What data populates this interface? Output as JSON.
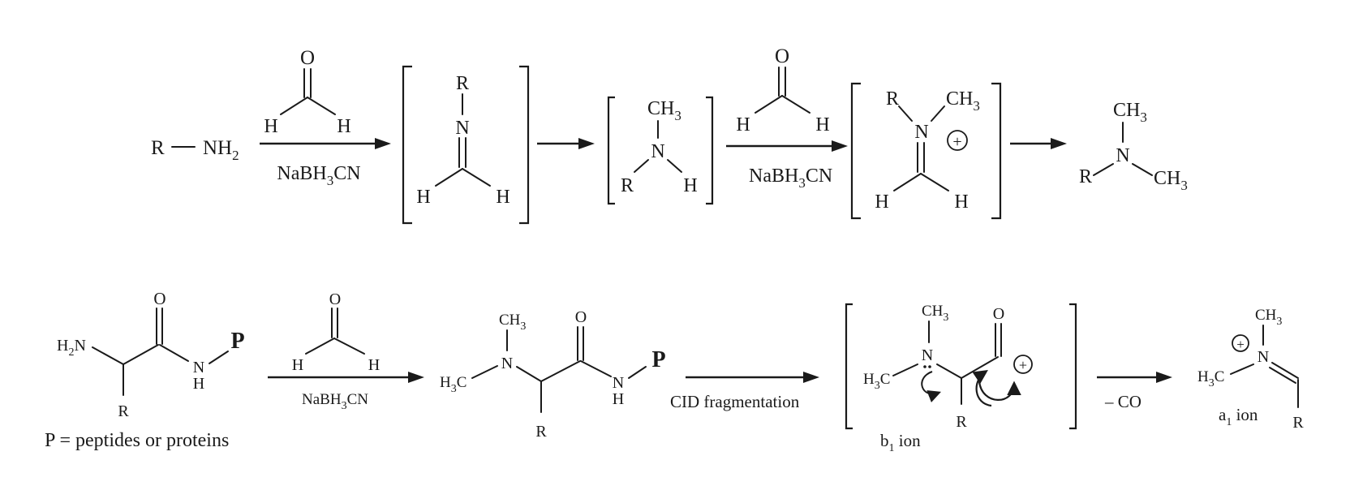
{
  "reagents": {
    "nabh3cn": "NaBH3CN",
    "nabh3cn_prefix": "NaBH",
    "nabh3cn_sub": "3",
    "nabh3cn_suffix": "CN"
  },
  "atoms": {
    "O": "O",
    "H": "H",
    "N": "N",
    "R": "R",
    "P": "P",
    "C": "C",
    "CH": "CH",
    "sub2": "2",
    "sub3": "3",
    "H2N": "H2N",
    "NH2": "NH2",
    "plus": "+"
  },
  "labels": {
    "p_definition": "P = peptides or proteins",
    "cid": "CID fragmentation",
    "minus_co": "– CO",
    "b1_prefix": "b",
    "b1_sub": "1",
    "b1_suffix": " ion",
    "a1_prefix": "a",
    "a1_sub": "1",
    "a1_suffix": " ion"
  }
}
